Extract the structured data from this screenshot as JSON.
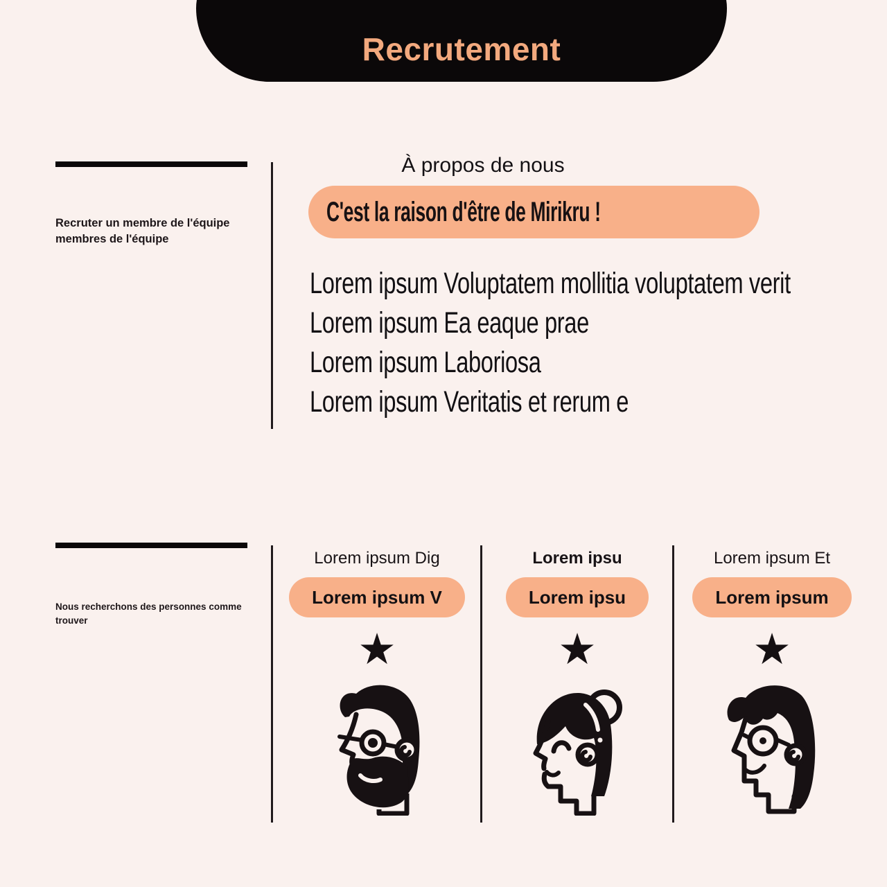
{
  "colors": {
    "bg": "#faf1ee",
    "ink": "#171113",
    "banner-bg": "#0b0809",
    "banner-text": "#f3a97e",
    "pill": "#f8b089"
  },
  "banner": {
    "title": "Recrutement"
  },
  "about": {
    "sidebar_label": "Recruter un membre de l'équipe membres de l'équipe",
    "heading": "À propos de nous",
    "highlight_pill": "C'est la raison d'être de Mirikru !",
    "items": [
      "Lorem ipsum Voluptatem mollitia voluptatem verit",
      "Lorem ipsum Ea eaque prae",
      "Lorem ipsum Laboriosa",
      "Lorem ipsum Veritatis et rerum e"
    ]
  },
  "team": {
    "sidebar_label": "Nous recherchons des personnes comme trouver",
    "star_glyph": "★",
    "columns": [
      {
        "header": "Lorem ipsum Dig",
        "pill": "Lorem ipsum V",
        "avatar": "bearded-man-with-glasses"
      },
      {
        "header": "Lorem ipsu",
        "pill": "Lorem ipsu",
        "avatar": "woman-with-bun"
      },
      {
        "header": "Lorem ipsum Et",
        "pill": "Lorem ipsum",
        "avatar": "young-man-with-glasses"
      }
    ]
  }
}
